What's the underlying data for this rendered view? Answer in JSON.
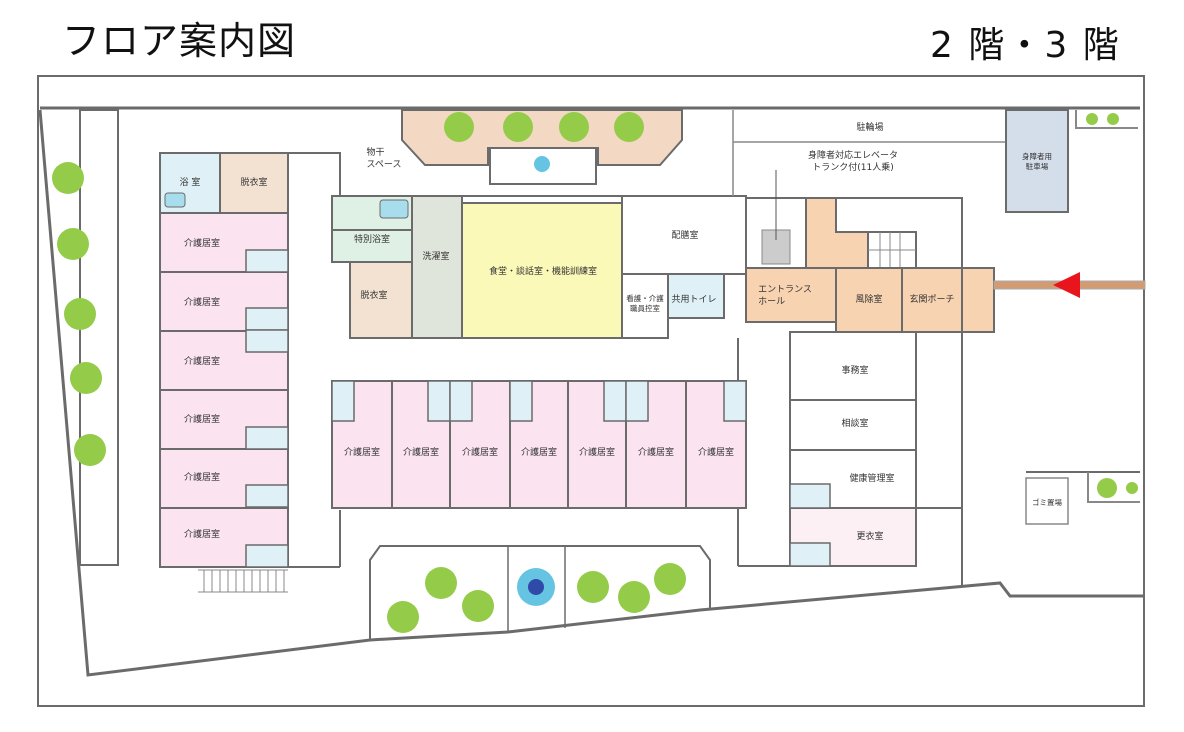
{
  "header": {
    "title": "フロア案内図",
    "floors": "2 階・3 階"
  },
  "rooms": {
    "bath": "浴 室",
    "dressing_west": "脱衣室",
    "care_rooms_west": [
      "介護居室",
      "介護居室",
      "介護居室",
      "介護居室",
      "介護居室",
      "介護居室"
    ],
    "special_bath": "特別浴室",
    "dressing_center": "脱衣室",
    "laundry": "洗濯室",
    "dining": "食堂・談話室・機能訓練室",
    "serving": "配膳室",
    "staff": "看護・介護\n職員控室",
    "shared_toilet": "共用トイレ",
    "entrance_hall": "エントランス\nホール",
    "windbreak": "風除室",
    "porch": "玄関ポーチ",
    "office": "事務室",
    "consult": "相談室",
    "health": "健康管理室",
    "changing": "更衣室",
    "care_rooms_center": [
      "介護居室",
      "介護居室",
      "介護居室",
      "介護居室",
      "介護居室",
      "介護居室",
      "介護居室"
    ],
    "drying": "物干\nスペース",
    "bicycle": "駐輪場",
    "elevator_note": "身障者対応エレベータ\nトランク付(11人乗)",
    "disabled_parking": "身障者用\n駐車場",
    "garbage": "ゴミ置場"
  },
  "colors": {
    "care_room": "#fbe3f0",
    "bath": "#dff1f6",
    "dressing": "#f3e2d2",
    "special_bath": "#dff0e4",
    "laundry": "#e0e5dc",
    "dining": "#fbf9b8",
    "entrance": "#f8d3b2",
    "parking": "#d4deea",
    "tree": "#94cc4a",
    "water": "#66c4e3",
    "water_center": "#2f4aa8",
    "arrow": "#e8161c",
    "path": "#d19c73",
    "wall": "#6b6b6b"
  }
}
